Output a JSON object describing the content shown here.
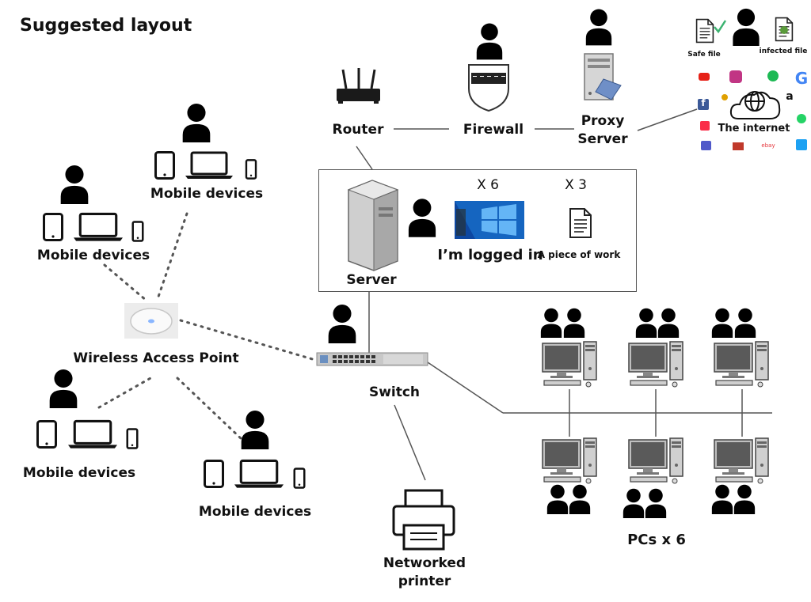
{
  "title": "Suggested layout",
  "labels": {
    "router": "Router",
    "firewall": "Firewall",
    "proxy_line1": "Proxy",
    "proxy_line2": "Server",
    "internet": "The internet",
    "safe_file": "Safe file",
    "infected_file": "infected file",
    "server": "Server",
    "windows_count": "X 6",
    "docs_count": "X 3",
    "logged_in": "I’m logged in",
    "piece_of_work": "A piece of work",
    "wap": "Wireless Access Point",
    "switch": "Switch",
    "printer_line1": "Networked",
    "printer_line2": "printer",
    "pcs": "PCs x 6",
    "mobile_1": "Mobile devices",
    "mobile_2": "Mobile devices",
    "mobile_3": "Mobile devices",
    "mobile_4": "Mobile devices"
  },
  "internet_logos": {
    "google": "G",
    "amazon": "a",
    "ebay": "ebay",
    "facebook": "f"
  },
  "colors": {
    "person": "#000000",
    "line": "#555555",
    "windows_blue": "#1565c0",
    "router_black": "#1a1a1a"
  }
}
